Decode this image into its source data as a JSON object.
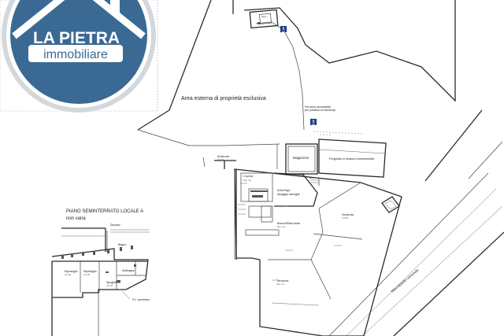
{
  "logo": {
    "brand_top": "LA PIETRA",
    "brand_bottom": "immobiliare",
    "colors": {
      "blue": "#3a6a94",
      "ring": "#ffffff",
      "outer": "#d3d8dd"
    }
  },
  "labels": {
    "bagno_top": "Bagno",
    "area_esterna": "Area esterna di proprietà esclusiva",
    "percorso_1": "Percorso accessibile",
    "percorso_2": "per portatori di handicap",
    "magazzino": "Magazzino",
    "pergolato": "Pergolato in tessuto impermeabile",
    "androne": "Androne",
    "cucina": "Cucina",
    "area_frigo_1": "Area frigo",
    "area_frigo_2": "lavaggio stoviglie",
    "piano_seminterrato_1": "PIANO SEMINTERRATO LOCALE A",
    "piano_seminterrato_2": "non varia",
    "bancone": "Banco/Ristorante",
    "veranda": "Veranda",
    "terrazza": "Terrazza",
    "ripostiglio": "Ripostiglio",
    "spogliatoio": "Spogliatoio",
    "antibagno": "Antibagno",
    "bagno_low": "Bagno",
    "deposito": "Deposito",
    "pl_perimetro": "P.L. perimetro",
    "marciapiede": "Marciapiede comunale"
  },
  "icons": [
    "accessibility-sign-icon-1",
    "accessibility-sign-icon-2"
  ]
}
